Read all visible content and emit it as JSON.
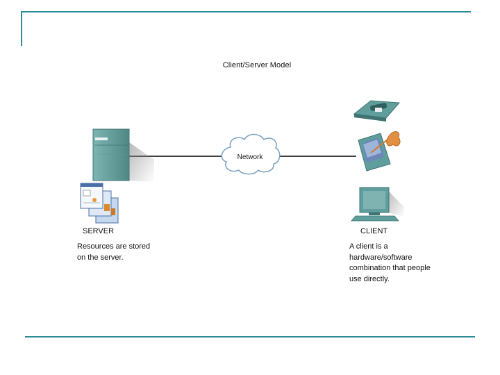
{
  "title": "Client/Server Model",
  "network_label": "Network",
  "server": {
    "label": "SERVER",
    "description": "Resources are stored\non the server."
  },
  "client": {
    "label": "CLIENT",
    "description": "A client is a\nhardware/software\ncombination that people\nuse directly."
  },
  "colors": {
    "frame": "#2b8c94",
    "device": "#5f9e9c",
    "device_dark": "#3f7472",
    "line": "#000000",
    "cloud_stroke": "#7fa5c2"
  },
  "icons": [
    "server-tower-icon",
    "documents-icon",
    "network-cloud-icon",
    "phone-icon",
    "pda-icon",
    "desktop-computer-icon"
  ]
}
